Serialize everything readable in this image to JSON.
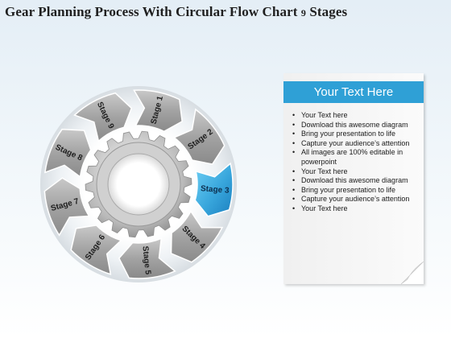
{
  "title": {
    "main": "Gear Planning Process With Circular Flow Chart",
    "number": "9",
    "suffix": "Stages"
  },
  "stages": [
    {
      "label": "Stage 1",
      "color": "#9c9c9c"
    },
    {
      "label": "Stage 2",
      "color": "#9c9c9c"
    },
    {
      "label": "Stage 3",
      "color": "#3aa3da"
    },
    {
      "label": "Stage 4",
      "color": "#9c9c9c"
    },
    {
      "label": "Stage 5",
      "color": "#9c9c9c"
    },
    {
      "label": "Stage 6",
      "color": "#9c9c9c"
    },
    {
      "label": "Stage 7",
      "color": "#9c9c9c"
    },
    {
      "label": "Stage 8",
      "color": "#9c9c9c"
    },
    {
      "label": "Stage 9",
      "color": "#9c9c9c"
    }
  ],
  "panel": {
    "header": "Your Text Here",
    "header_color": "#2fa0d6",
    "items": [
      "Your Text here",
      "Download this awesome diagram",
      "Bring your presentation to life",
      "Capture your audience’s attention",
      "All images are 100% editable in powerpoint",
      "Your Text here",
      "Download this awesome diagram",
      "Bring your presentation to life",
      "Capture your audience’s attention",
      "Your Text here"
    ]
  }
}
